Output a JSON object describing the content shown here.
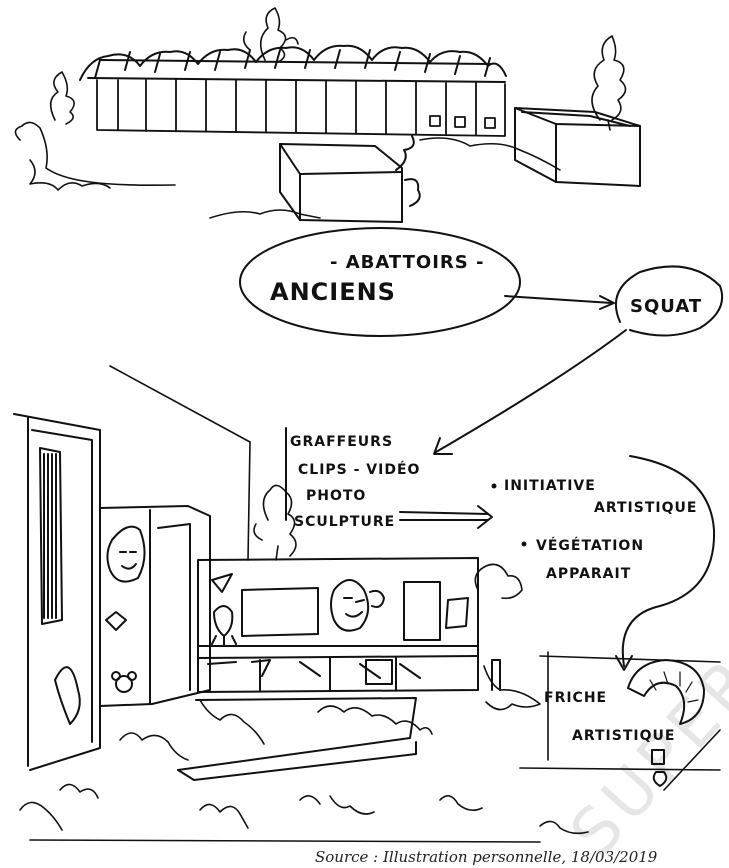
{
  "labels": {
    "abattoirs": "- ABATTOIRS -",
    "anciens": "ANCIENS",
    "squat": "SQUAT",
    "activities": [
      "GRAFFEURS",
      "CLIPS - VIDÉO",
      "PHOTO",
      "SCULPTURE"
    ],
    "bullets": [
      [
        "INITIATIVE",
        "ARTISTIQUE"
      ],
      [
        "VÉGÉTATION",
        "APPARAIT"
      ]
    ],
    "friche": "FRICHE",
    "artistique": "ARTISTIQUE"
  },
  "caption": "Source : Illustration personnelle, 18/03/2019",
  "watermark": "SUPER"
}
